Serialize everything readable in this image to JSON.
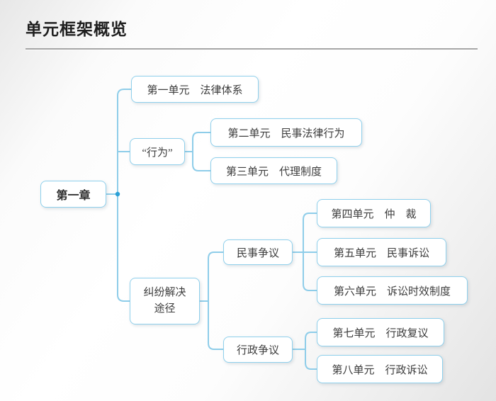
{
  "page": {
    "title": "单元框架概览"
  },
  "diagram": {
    "root": {
      "label": "第一章"
    },
    "nodes": {
      "unit1": {
        "label": "第一单元　法律体系"
      },
      "behavior": {
        "label": "“行为”"
      },
      "unit2": {
        "label": "第二单元　民事法律行为"
      },
      "unit3": {
        "label": "第三单元　代理制度"
      },
      "dispute": {
        "line1": "纠纷解决",
        "line2": "途径"
      },
      "civil": {
        "label": "民事争议"
      },
      "unit4": {
        "label": "第四单元　仲　裁"
      },
      "unit5": {
        "label": "第五单元　民事诉讼"
      },
      "unit6": {
        "label": "第六单元　诉讼时效制度"
      },
      "admin": {
        "label": "行政争议"
      },
      "unit7": {
        "label": "第七单元　行政复议"
      },
      "unit8": {
        "label": "第八单元　行政诉讼"
      }
    },
    "colors": {
      "connector": "#8ecde9",
      "box_border": "#8fd0ec",
      "junction_dot": "#2aa0d6",
      "node_text": "#3d3d3d",
      "title_text": "#1f1f1f",
      "divider": "#a6a6a6"
    }
  }
}
